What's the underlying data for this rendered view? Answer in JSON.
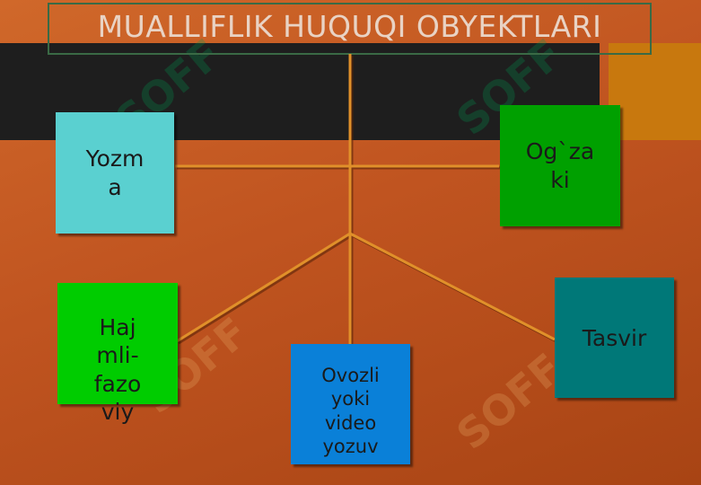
{
  "title": "MUALLIFLIK HUQUQI OBYEKTLARI",
  "watermark_text": "SOFF",
  "colors": {
    "background": "#c05420",
    "band": "#1e1e1e",
    "accent": "#c8780e",
    "connector": "#e0902a",
    "box_yozma": "#5ad0d0",
    "box_ogzaki": "#00a000",
    "box_hajmli": "#00cc00",
    "box_tasvir": "#007878",
    "box_ovozli": "#0a80d8"
  },
  "boxes": {
    "yozma": "Yozm\na",
    "ogzaki": "Og`za\nki",
    "hajmli": "Haj\nmli-\nfazo\nviy",
    "tasvir": "Tasvir",
    "ovozli": "Ovozli\nyoki\nvideo\nyozuv"
  }
}
